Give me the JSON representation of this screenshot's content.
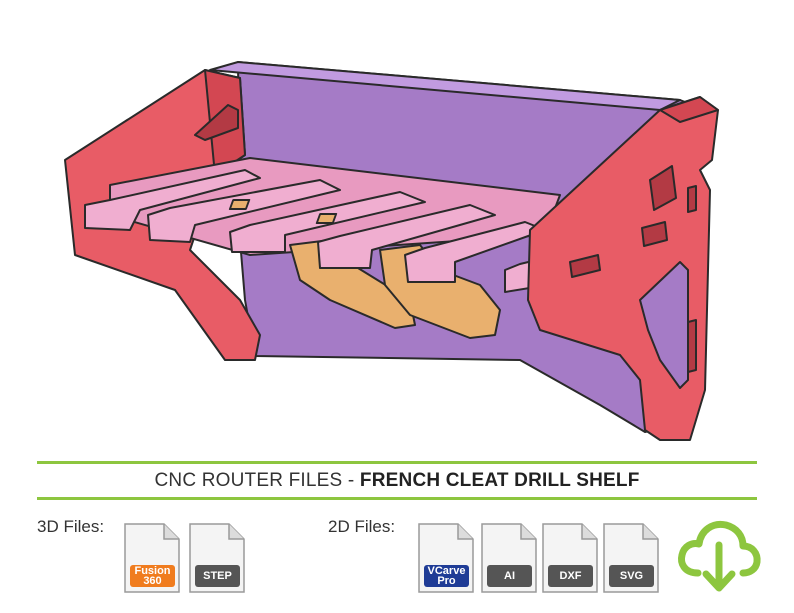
{
  "banner": {
    "prefix": "CNC ROUTER FILES - ",
    "title": "FRENCH CLEAT DRILL SHELF"
  },
  "files_3d": {
    "label": "3D Files:",
    "items": [
      {
        "tag": "Fusion\n360",
        "color": "#f07c1e"
      },
      {
        "tag": "STEP",
        "color": "#555555"
      }
    ]
  },
  "files_2d": {
    "label": "2D Files:",
    "items": [
      {
        "tag": "VCarve\nPro",
        "color": "#1f3c96"
      },
      {
        "tag": "AI",
        "color": "#555555"
      },
      {
        "tag": "DXF",
        "color": "#555555"
      },
      {
        "tag": "SVG",
        "color": "#555555"
      }
    ]
  },
  "download": {
    "icon": "cloud-download-icon",
    "color": "#8dc63f"
  },
  "colors": {
    "side_panels": "#e85c66",
    "back_panel": "#a57bc6",
    "shelf": "#f0aed0",
    "cleats": "#e9b06e",
    "accent_rule": "#8dc63f"
  }
}
